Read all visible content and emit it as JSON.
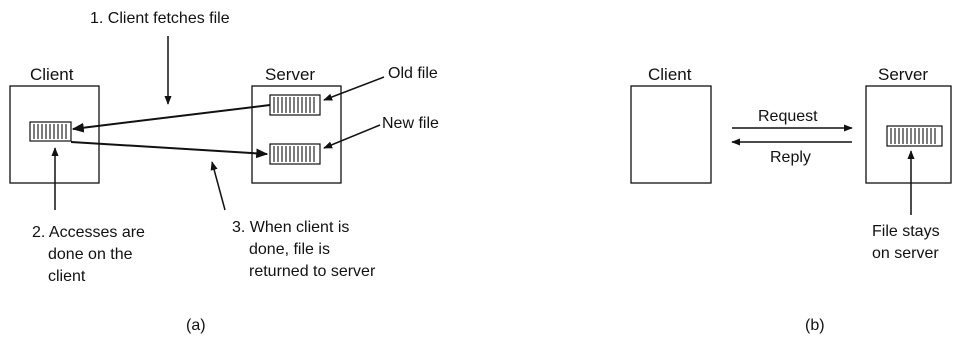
{
  "panel_a": {
    "client_label": "Client",
    "server_label": "Server",
    "old_file": "Old file",
    "new_file": "New file",
    "step1": "1. Client fetches file",
    "step2": [
      "2. Accesses are",
      "done on the",
      "client"
    ],
    "step3": [
      "3. When client is",
      "done, file is",
      "returned to server"
    ],
    "caption": "(a)"
  },
  "panel_b": {
    "client_label": "Client",
    "server_label": "Server",
    "request": "Request",
    "reply": "Reply",
    "file_note": [
      "File stays",
      "on server"
    ],
    "caption": "(b)"
  },
  "colors": {
    "ink": "#111111",
    "background": "#ffffff"
  }
}
